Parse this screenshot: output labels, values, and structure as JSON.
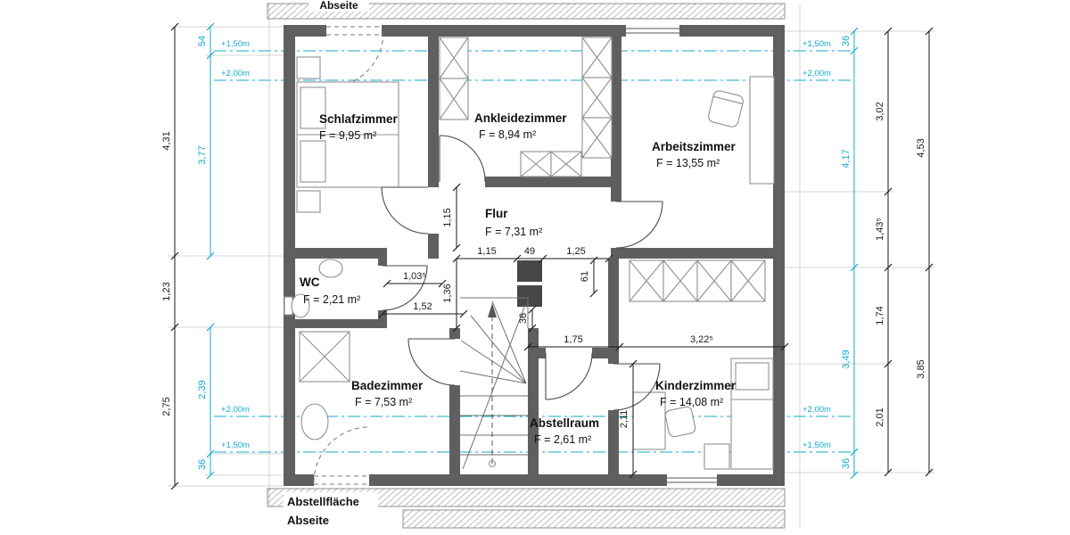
{
  "rooms": [
    {
      "name": "Schlafzimmer",
      "area": "F = 9,95 m²"
    },
    {
      "name": "Ankleidezimmer",
      "area": "F = 8,94 m²"
    },
    {
      "name": "Arbeitszimmer",
      "area": "F = 13,55 m²"
    },
    {
      "name": "Flur",
      "area": "F = 7,31 m²"
    },
    {
      "name": "WC",
      "area": "F = 2,21 m²"
    },
    {
      "name": "Badezimmer",
      "area": "F = 7,53 m²"
    },
    {
      "name": "Abstellraum",
      "area": "F = 2,61 m²"
    },
    {
      "name": "Kinderzimmer",
      "area": "F = 14,08 m²"
    }
  ],
  "annotations": {
    "top": "Abseite",
    "bottom_storage": "Abstellfläche",
    "bottom_abseite": "Abseite"
  },
  "levels": {
    "plus150": "+1,50m",
    "plus200": "+2,00m"
  },
  "dims": {
    "left_outer": [
      "4,31",
      "1,23",
      "2,75"
    ],
    "left_inner_top": [
      "54",
      "3,77"
    ],
    "left_inner_bottom": [
      "2,39",
      "36"
    ],
    "right_inner": [
      "36",
      "4,17",
      "3,49",
      "36"
    ],
    "right_mid": [
      "3,02",
      "1,43⁵",
      "1,74",
      "2,01"
    ],
    "right_outer": [
      "4,53",
      "3,85"
    ],
    "flur_chain": [
      "1,15",
      "49",
      "1,25"
    ],
    "flur_width": "1,15",
    "wc_height": "1,36",
    "wc_niche": "1,03⁵",
    "niche_front": "1,52",
    "closet_depth": "61",
    "wall_stub": "36",
    "abstell_width": "1,75",
    "kinder_width": "3,22⁵",
    "abstell_depth": "2,11"
  },
  "colors": {
    "wall": "#5f5f5f",
    "dim_black": "#1a1a1a",
    "dim_cyan": "#13a9cf"
  }
}
